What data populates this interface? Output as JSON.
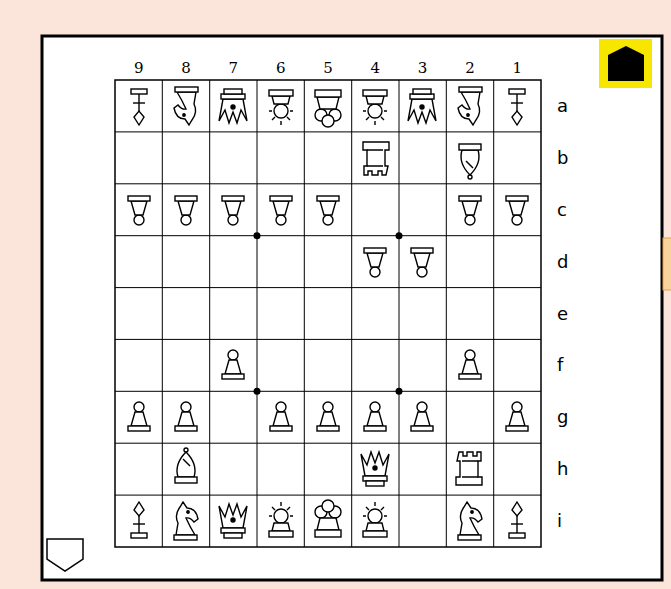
{
  "diagram": {
    "labels": [
      "9",
      "8",
      "7",
      "6",
      "5",
      "4",
      "3",
      "2",
      "1",
      "a",
      "b",
      "c",
      "d",
      "e",
      "f",
      "g",
      "h",
      "i"
    ]
  }
}
